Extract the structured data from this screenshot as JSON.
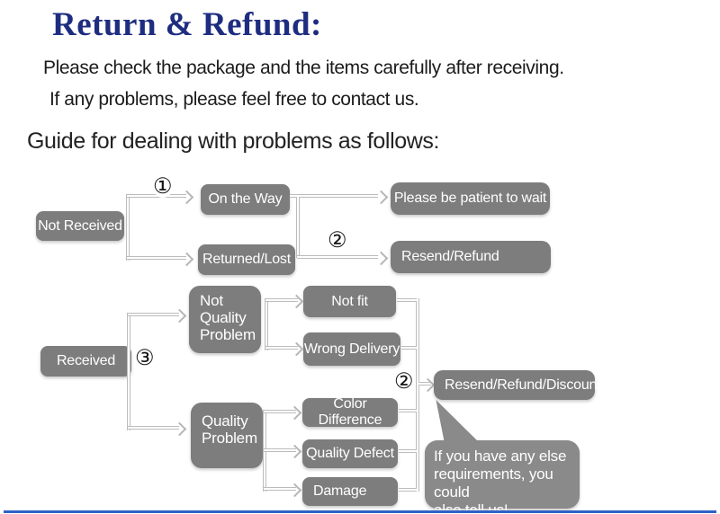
{
  "header": {
    "title": "Return & Refund:",
    "line1": "Please check the package and the items carefully after receiving.",
    "line2": "If any problems, please feel free to contact us.",
    "guide": "Guide for dealing with problems as follows:"
  },
  "colors": {
    "node_gray": "#7d7d7d",
    "bubble_gray": "#8a8a8a",
    "title_navy": "#1e2d80",
    "connector_gray": "#bcbcbc",
    "divider_blue": "#2e62c6"
  },
  "flowchart": {
    "steps": {
      "s1": "①",
      "s2": "②",
      "s3": "③"
    },
    "nodes": {
      "not_received": "Not Received",
      "on_the_way": "On the Way",
      "returned_lost": "Returned/Lost",
      "patient_wait": "Please be patient to wait",
      "resend_refund": "Resend/Refund",
      "received": "Received",
      "not_quality_problem": "Not Quality Problem",
      "not_fit": "Not fit",
      "wrong_delivery": "Wrong Delivery",
      "quality_problem": "Quality Problem",
      "color_difference": "Color Difference",
      "quality_defect": "Quality Defect",
      "damage": "Damage",
      "resend_refund_discount": "Resend/Refund/Discount"
    },
    "bubble_lines": [
      "If you have any else",
      "requirements, you could",
      "also tell us!"
    ]
  }
}
